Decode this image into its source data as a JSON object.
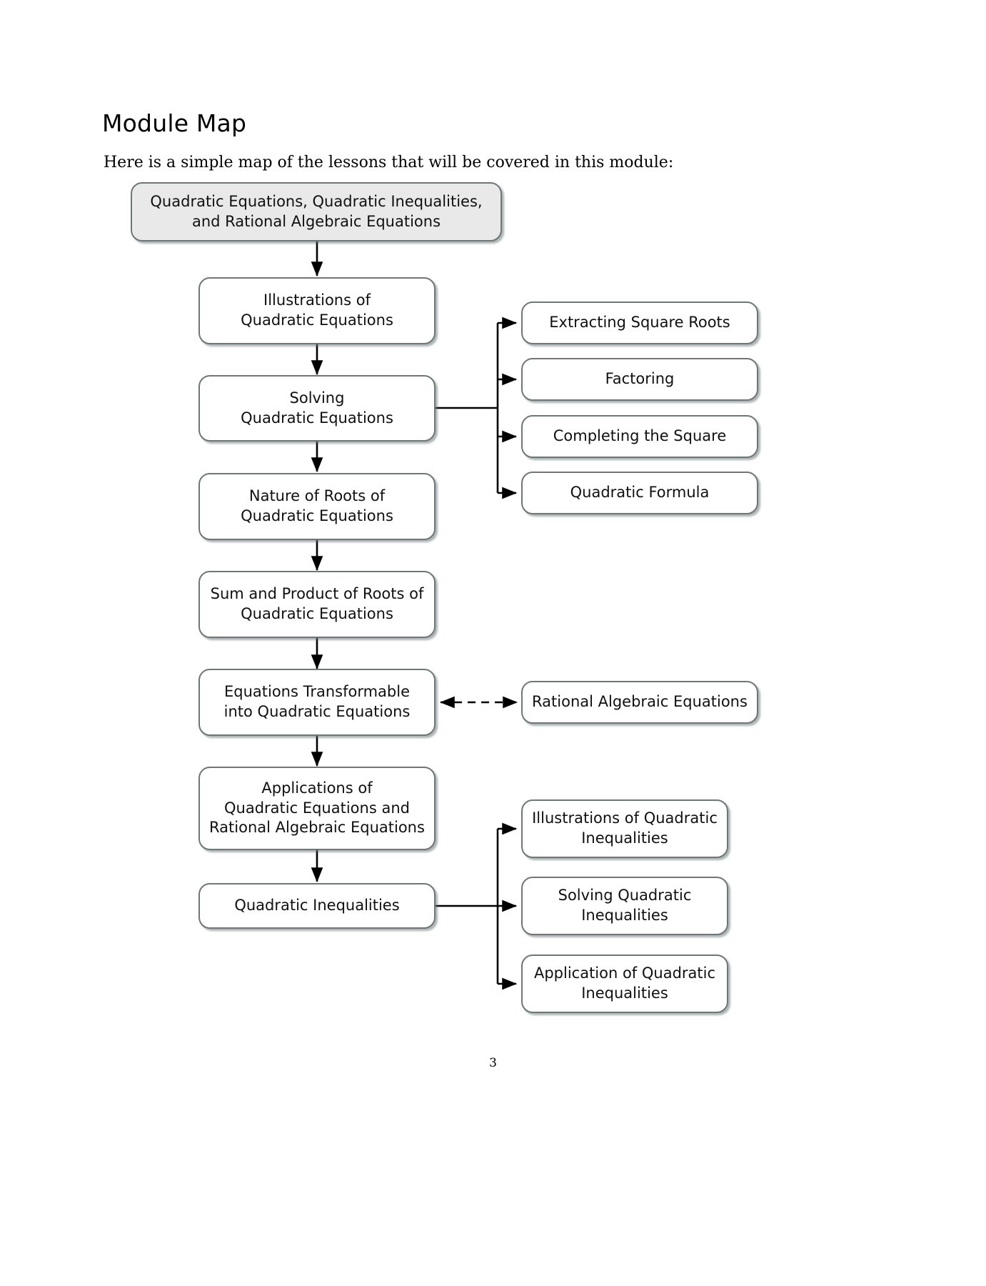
{
  "document": {
    "title": "Module Map",
    "intro": "Here is a simple map of the lessons that will be covered in this module:",
    "page_number": "3"
  },
  "colors": {
    "node_border": "#6e7777",
    "root_fill": "#e9e9e9",
    "node_fill": "#ffffff",
    "connector": "#000000",
    "text": "#101010"
  },
  "flowchart": {
    "root": {
      "label": "Quadratic Equations, Quadratic Inequalities,\nand Rational Algebraic Equations"
    },
    "main_chain": [
      {
        "id": "illustrations-quadratic-equations",
        "label": "Illustrations of\nQuadratic Equations"
      },
      {
        "id": "solving-quadratic-equations",
        "label": "Solving\nQuadratic Equations"
      },
      {
        "id": "nature-of-roots",
        "label": "Nature of Roots of\nQuadratic Equations"
      },
      {
        "id": "sum-and-product-of-roots",
        "label": "Sum and Product of Roots of\nQuadratic Equations"
      },
      {
        "id": "equations-transformable",
        "label": "Equations Transformable\ninto Quadratic Equations"
      },
      {
        "id": "applications",
        "label": "Applications of\nQuadratic Equations and\nRational Algebraic Equations"
      },
      {
        "id": "quadratic-inequalities",
        "label": "Quadratic Inequalities"
      }
    ],
    "solving_methods": [
      {
        "id": "extracting-square-roots",
        "label": "Extracting Square Roots"
      },
      {
        "id": "factoring",
        "label": "Factoring"
      },
      {
        "id": "completing-the-square",
        "label": "Completing the Square"
      },
      {
        "id": "quadratic-formula",
        "label": "Quadratic Formula"
      }
    ],
    "rational_branch": {
      "id": "rational-algebraic-equations",
      "label": "Rational Algebraic Equations",
      "link_style": "dashed-double-arrow"
    },
    "inequalities_branch": [
      {
        "id": "illustrations-quadratic-inequalities",
        "label": "Illustrations of Quadratic\nInequalities"
      },
      {
        "id": "solving-quadratic-inequalities",
        "label": "Solving Quadratic\nInequalities"
      },
      {
        "id": "application-quadratic-inequalities",
        "label": "Application of Quadratic\nInequalities"
      }
    ]
  }
}
